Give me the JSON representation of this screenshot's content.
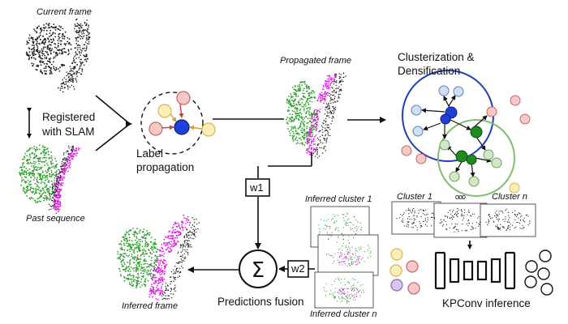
{
  "labels": {
    "current_frame": "Current frame",
    "registered_line1": "Registered",
    "registered_line2": "with SLAM",
    "past_sequence": "Past sequence",
    "label_propagation_line1": "Label",
    "label_propagation_line2": "propagation",
    "propagated_frame": "Propagated frame",
    "clusterization_line1": "Clusterization &",
    "clusterization_line2": "Densification",
    "cluster_1": "Cluster 1",
    "cluster_dots": "ooo",
    "cluster_n": "Cluster n",
    "inferred_cluster_1": "Inferred cluster 1",
    "inferred_cluster_n": "Inferred cluster n",
    "w1": "w1",
    "w2": "w2",
    "sigma": "Σ",
    "predictions_fusion": "Predictions fusion",
    "inferred_frame": "Inferred frame",
    "kpconv_inference": "KPConv inference"
  },
  "colors": {
    "point_black": "#1a1a1a",
    "point_green": "#2f9e2f",
    "point_magenta": "#e020e0",
    "blue_node": "#1f3fd8",
    "green_node": "#1f8a1f",
    "cluster_blue_ring": "#1f3fb8",
    "cluster_green_ring": "#7fbf6f",
    "red_node_fill": "#f6c9c9",
    "red_node_stroke": "#d06060",
    "yellow_node_fill": "#fbeeb8",
    "yellow_node_stroke": "#d8b64a",
    "light_blue_fill": "#cfe0f5",
    "light_green_fill": "#cfe9c6",
    "purple_node_fill": "#d9c6ee"
  }
}
